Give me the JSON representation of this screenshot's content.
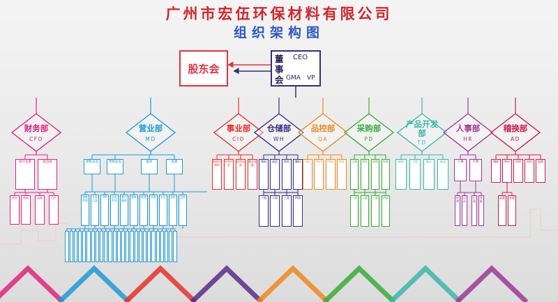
{
  "header": {
    "title": "广州市宏伍环保材料有限公司",
    "subtitle": "组织架构图"
  },
  "top": {
    "shareholders": "股东会",
    "board_chars": [
      "董",
      "事",
      "会"
    ],
    "ceo": "CEO",
    "gma": "GMA",
    "vp": "VP"
  },
  "departments": [
    {
      "name": "财务部",
      "code": "CFO",
      "color": "#e2237d"
    },
    {
      "name": "营业部",
      "code": "MD",
      "color": "#1e9bd6"
    },
    {
      "name": "事业部",
      "code": "CIO",
      "color": "#e5322c"
    },
    {
      "name": "仓储部",
      "code": "WH",
      "color": "#3a2c86"
    },
    {
      "name": "品控部",
      "code": "QA",
      "color": "#ef8a1e"
    },
    {
      "name": "采购部",
      "code": "PD",
      "color": "#3bab3a"
    },
    {
      "name": "产品开发部",
      "code": "TD",
      "color": "#38b8a8"
    },
    {
      "name": "人事部",
      "code": "HR",
      "color": "#9e3a96"
    },
    {
      "name": "稽换部",
      "code": "AD",
      "color": "#cf1c50"
    }
  ],
  "cfo_units": {
    "l1": [
      "会计主管",
      "总出纳"
    ],
    "l2": [
      "经分",
      "核成",
      "出纳",
      "门户"
    ]
  },
  "md_units": {
    "l1": [
      "销售总监",
      "营销总监",
      "跟单",
      "质量"
    ],
    "l2": [
      "销售代表",
      "业务二部",
      "PM",
      "业务专员",
      "客户服务",
      "跟单",
      "助理",
      "货款",
      "文员",
      "质检",
      "品控"
    ]
  },
  "cio_units": {
    "l1": [
      "新项目材料",
      "环保产业",
      "投资业务",
      "事业发展"
    ]
  },
  "wh_units": {
    "l1": [
      "原料",
      "成品",
      "库务",
      "辅料"
    ],
    "l2": [
      "一组",
      "二组",
      "三组",
      "四组"
    ]
  },
  "qa_units": {
    "l1": [
      "IQC",
      "TEST",
      "IPQC",
      "OQC"
    ]
  },
  "pd_units": {
    "l1": [
      "订单",
      "供应",
      "采购",
      "外购"
    ],
    "l2": [
      "一部",
      "二部",
      "三部",
      "四部"
    ]
  },
  "td_units": {
    "l1": [
      "研发",
      "工程",
      "配方",
      "新品"
    ]
  },
  "hr_units": {
    "l1": [
      "人事",
      "行政"
    ],
    "l2": [
      "招聘",
      "培训",
      "行政",
      "考勤"
    ]
  },
  "ad_units": {
    "l1": [
      "稽核",
      "审计",
      "内控",
      "纪检",
      "监察"
    ],
    "l2": [
      "监督",
      "处理"
    ]
  }
}
